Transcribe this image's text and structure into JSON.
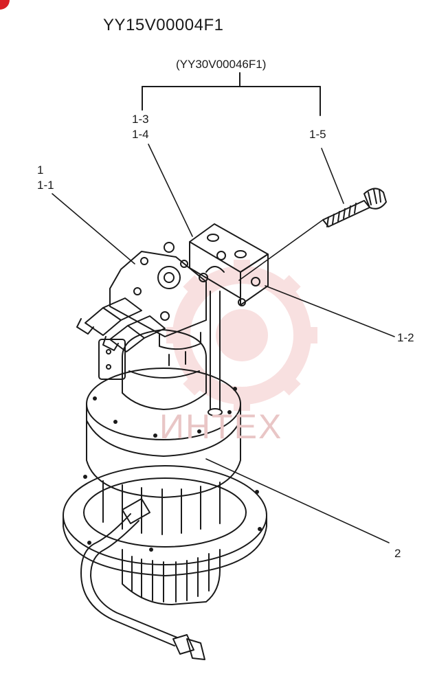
{
  "diagram": {
    "title": "YY15V00004F1",
    "assembly_label": "(YY30V00046F1)",
    "watermark_text": "ИНТЕХ",
    "line_color": "#1a1a1a",
    "watermark_color": "#f3c7c7",
    "badge_color": "#d81f26",
    "callouts": [
      {
        "id": "1",
        "text": "1"
      },
      {
        "id": "1-1",
        "text": "1-1"
      },
      {
        "id": "1-2",
        "text": "1-2"
      },
      {
        "id": "1-3",
        "text": "1-3"
      },
      {
        "id": "1-4",
        "text": "1-4"
      },
      {
        "id": "1-5",
        "text": "1-5"
      },
      {
        "id": "2",
        "text": "2"
      }
    ]
  }
}
